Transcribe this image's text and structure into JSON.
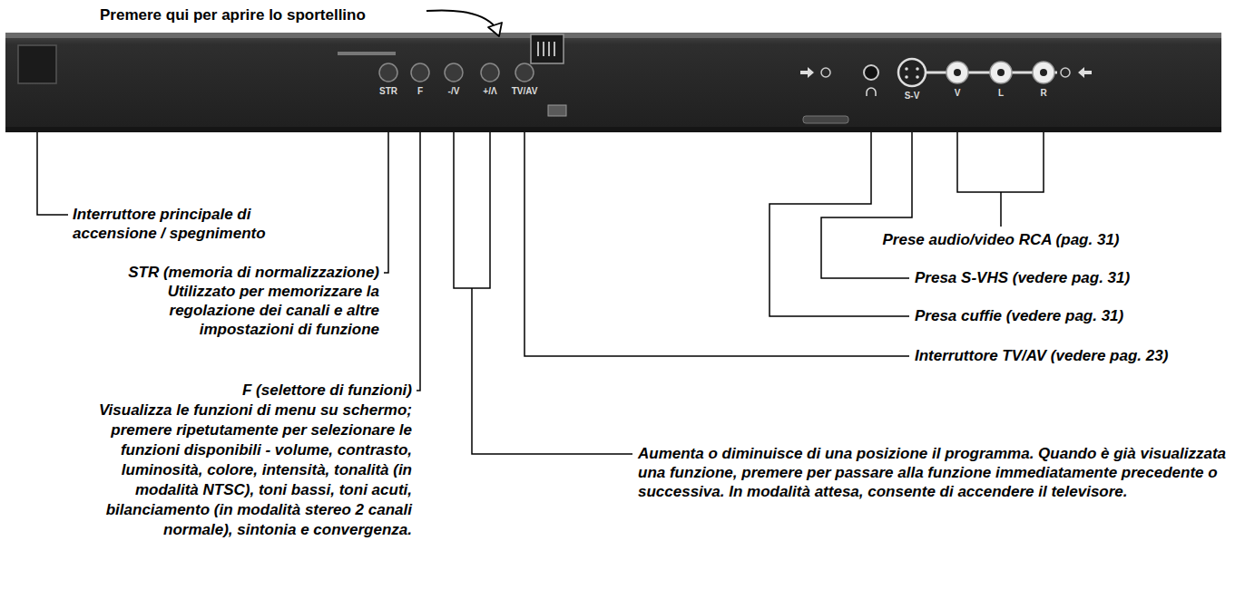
{
  "diagram": {
    "labels": [
      "Premere qui per aprire lo sportellino",
      "STR",
      "F",
      "-/V",
      "+/Λ",
      "TV/AV",
      "S-V",
      "V",
      "L",
      "R",
      "Interruttore principale di accensione / spegnimento",
      "STR (memoria di normalizzazione)",
      "Utilizzato per memorizzare la regolazione dei canali e altre impostazioni di funzione",
      "F (selettore di funzioni)",
      "Visualizza le funzioni di menu su schermo; premere ripetutamente per selezionare le funzioni disponibili - volume, contrasto, luminosità, colore, intensità, tonalità (in modalità NTSC), toni bassi, toni acuti, bilanciamento (in modalità stereo 2 canali normale), sintonia e convergenza.",
      "Aumenta o diminuisce di una posizione il programma. Quando è già visualizzata una funzione, premere per passare alla funzione immediatamente precedente o successiva. In modalità attesa, consente di accendere il televisore.",
      "Interruttore TV/AV (vedere pag. 23)",
      "Presa cuffie (vedere pag. 31)",
      "Presa S-VHS (vedere pag. 31)",
      "Prese audio/video RCA (pag. 31)"
    ]
  }
}
